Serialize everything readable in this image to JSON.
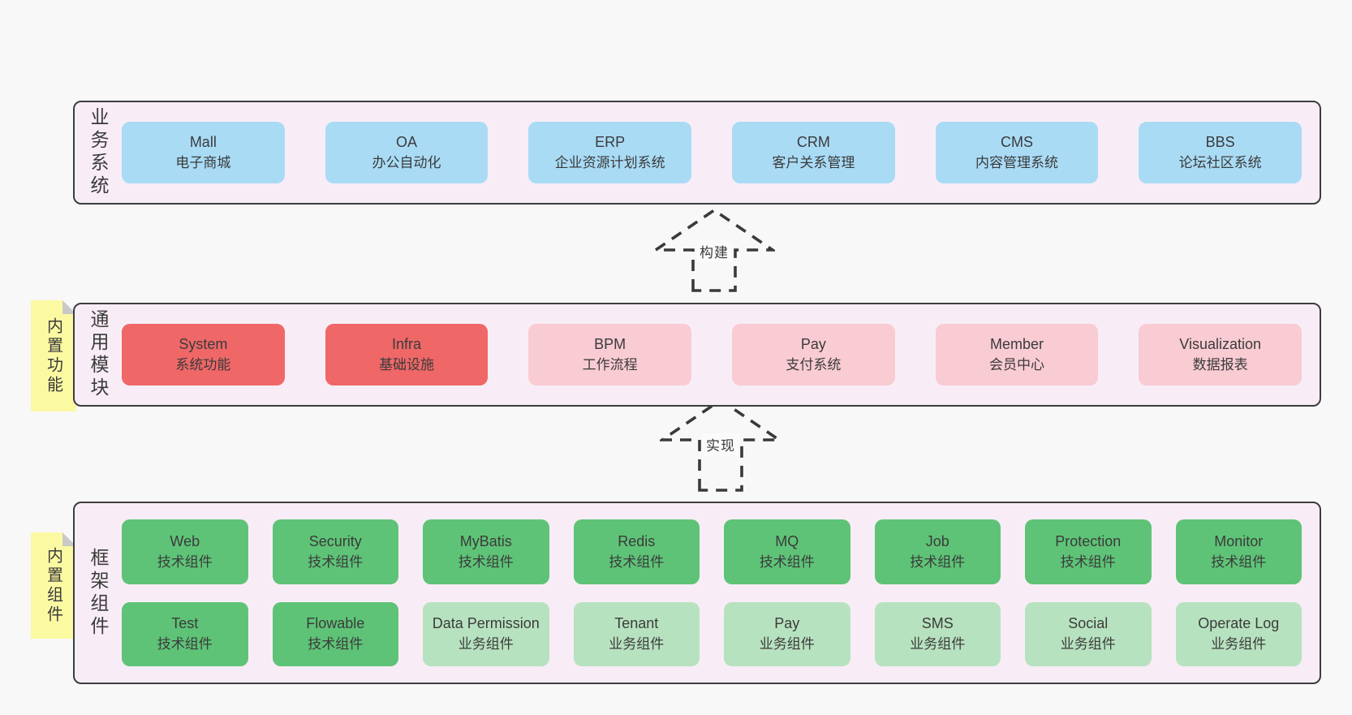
{
  "diagram": {
    "colors": {
      "page_bg": "#f8f8f8",
      "panel_bg": "#f8edf6",
      "panel_border": "#3d3d3d",
      "business_box_blue": "#a9dbf5",
      "core_module_box_red": "#ef6767",
      "module_box_pink": "#f9cbd3",
      "tech_component_box_green": "#5ec377",
      "biz_component_box_light_green": "#b7e2bf",
      "sticky_note_yellow": "#fbf9a2",
      "text": "#3b3b3b"
    },
    "arrows": [
      {
        "label": "构建"
      },
      {
        "label": "实现"
      }
    ],
    "layers": {
      "business": {
        "side_label": "业务系统",
        "boxes": [
          {
            "title": "Mall",
            "subtitle": "电子商城"
          },
          {
            "title": "OA",
            "subtitle": "办公自动化"
          },
          {
            "title": "ERP",
            "subtitle": "企业资源计划系统"
          },
          {
            "title": "CRM",
            "subtitle": "客户关系管理"
          },
          {
            "title": "CMS",
            "subtitle": "内容管理系统"
          },
          {
            "title": "BBS",
            "subtitle": "论坛社区系统"
          }
        ]
      },
      "modules": {
        "side_label": "通用模块",
        "sticky_label": "内置功能",
        "boxes": [
          {
            "title": "System",
            "subtitle": "系统功能"
          },
          {
            "title": "Infra",
            "subtitle": "基础设施"
          },
          {
            "title": "BPM",
            "subtitle": "工作流程"
          },
          {
            "title": "Pay",
            "subtitle": "支付系统"
          },
          {
            "title": "Member",
            "subtitle": "会员中心"
          },
          {
            "title": "Visualization",
            "subtitle": "数据报表"
          }
        ]
      },
      "components": {
        "side_label": "框架组件",
        "sticky_label": "内置组件",
        "row1": [
          {
            "title": "Web",
            "subtitle": "技术组件"
          },
          {
            "title": "Security",
            "subtitle": "技术组件"
          },
          {
            "title": "MyBatis",
            "subtitle": "技术组件"
          },
          {
            "title": "Redis",
            "subtitle": "技术组件"
          },
          {
            "title": "MQ",
            "subtitle": "技术组件"
          },
          {
            "title": "Job",
            "subtitle": "技术组件"
          },
          {
            "title": "Protection",
            "subtitle": "技术组件"
          },
          {
            "title": "Monitor",
            "subtitle": "技术组件"
          }
        ],
        "row2": [
          {
            "title": "Test",
            "subtitle": "技术组件"
          },
          {
            "title": "Flowable",
            "subtitle": "技术组件"
          },
          {
            "title": "Data Permission",
            "subtitle": "业务组件"
          },
          {
            "title": "Tenant",
            "subtitle": "业务组件"
          },
          {
            "title": "Pay",
            "subtitle": "业务组件"
          },
          {
            "title": "SMS",
            "subtitle": "业务组件"
          },
          {
            "title": "Social",
            "subtitle": "业务组件"
          },
          {
            "title": "Operate Log",
            "subtitle": "业务组件"
          }
        ]
      }
    }
  }
}
